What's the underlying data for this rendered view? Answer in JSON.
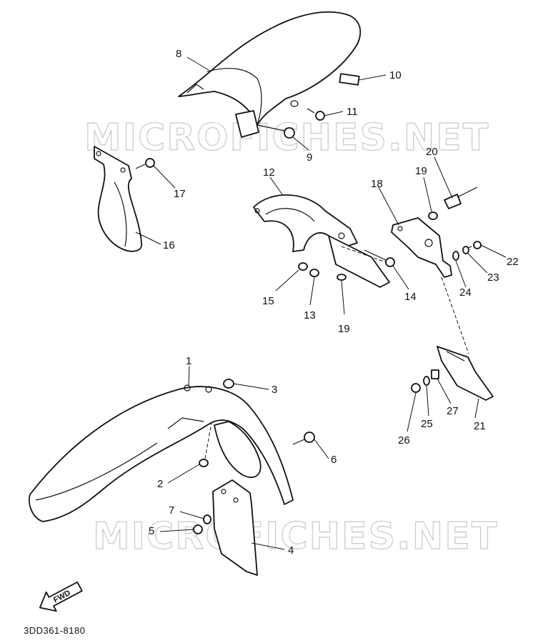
{
  "diagram": {
    "part_code": "3DD361-8180",
    "watermark": "MICROFICHES.NET",
    "direction_badge": "FWD",
    "callouts": [
      {
        "id": "c1",
        "label": "1"
      },
      {
        "id": "c2",
        "label": "2"
      },
      {
        "id": "c3",
        "label": "3"
      },
      {
        "id": "c4",
        "label": "4"
      },
      {
        "id": "c5",
        "label": "5"
      },
      {
        "id": "c6",
        "label": "6"
      },
      {
        "id": "c7",
        "label": "7"
      },
      {
        "id": "c8",
        "label": "8"
      },
      {
        "id": "c9",
        "label": "9"
      },
      {
        "id": "c10",
        "label": "10"
      },
      {
        "id": "c11",
        "label": "11"
      },
      {
        "id": "c12",
        "label": "12"
      },
      {
        "id": "c13",
        "label": "13"
      },
      {
        "id": "c14",
        "label": "14"
      },
      {
        "id": "c15",
        "label": "15"
      },
      {
        "id": "c16",
        "label": "16"
      },
      {
        "id": "c17",
        "label": "17"
      },
      {
        "id": "c18",
        "label": "18"
      },
      {
        "id": "c19a",
        "label": "19"
      },
      {
        "id": "c19b",
        "label": "19"
      },
      {
        "id": "c20",
        "label": "20"
      },
      {
        "id": "c21",
        "label": "21"
      },
      {
        "id": "c22",
        "label": "22"
      },
      {
        "id": "c23",
        "label": "23"
      },
      {
        "id": "c24",
        "label": "24"
      },
      {
        "id": "c25",
        "label": "25"
      },
      {
        "id": "c26",
        "label": "26"
      },
      {
        "id": "c27",
        "label": "27"
      }
    ]
  }
}
